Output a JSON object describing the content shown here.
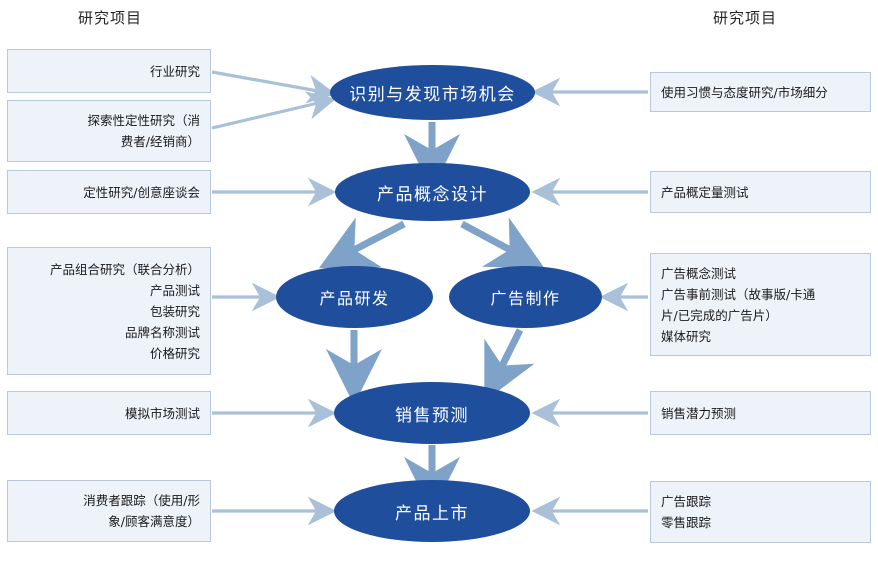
{
  "headings": {
    "left": "研究项目",
    "right": "研究项目"
  },
  "colors": {
    "ellipse_fill": "#1f4e9c",
    "ellipse_text": "#ffffff",
    "box_fill": "#eef3fa",
    "box_border": "#b9c9dd",
    "arrow": "#a9c0d9",
    "arrow_dark": "#7fa2c8",
    "text": "#1a1a1a"
  },
  "stages": [
    {
      "id": "opportunity",
      "label": "识别与发现市场机会"
    },
    {
      "id": "concept-design",
      "label": "产品概念设计"
    },
    {
      "id": "product-rnd",
      "label": "产品研发"
    },
    {
      "id": "ad-production",
      "label": "广告制作"
    },
    {
      "id": "sales-forecast",
      "label": "销售预测"
    },
    {
      "id": "product-launch",
      "label": "产品上市"
    }
  ],
  "left_boxes": [
    {
      "id": "industry-research",
      "lines": [
        "行业研究"
      ]
    },
    {
      "id": "exploratory-qualitative",
      "lines": [
        "探索性定性研究（消",
        "费者/经销商）"
      ]
    },
    {
      "id": "qualitative-focus-group",
      "lines": [
        "定性研究/创意座谈会"
      ]
    },
    {
      "id": "product-mix-research",
      "lines": [
        "产品组合研究（联合分析）",
        "产品测试",
        "包装研究",
        "品牌名称测试",
        "价格研究"
      ]
    },
    {
      "id": "simulated-market-test",
      "lines": [
        "模拟市场测试"
      ]
    },
    {
      "id": "consumer-tracking",
      "lines": [
        "消费者跟踪（使用/形",
        "象/顾客满意度）"
      ]
    }
  ],
  "right_boxes": [
    {
      "id": "usage-attitude-segmentation",
      "lines": [
        "使用习惯与态度研究/市场细分"
      ]
    },
    {
      "id": "concept-quantitative-test",
      "lines": [
        "产品概定量测试"
      ]
    },
    {
      "id": "advertising-research",
      "lines": [
        "广告概念测试",
        "广告事前测试（故事版/卡通",
        "片/已完成的广告片）",
        "媒体研究"
      ]
    },
    {
      "id": "sales-potential-forecast",
      "lines": [
        "销售潜力预测"
      ]
    },
    {
      "id": "tracking-research",
      "lines": [
        "广告跟踪",
        "零售跟踪"
      ]
    }
  ]
}
